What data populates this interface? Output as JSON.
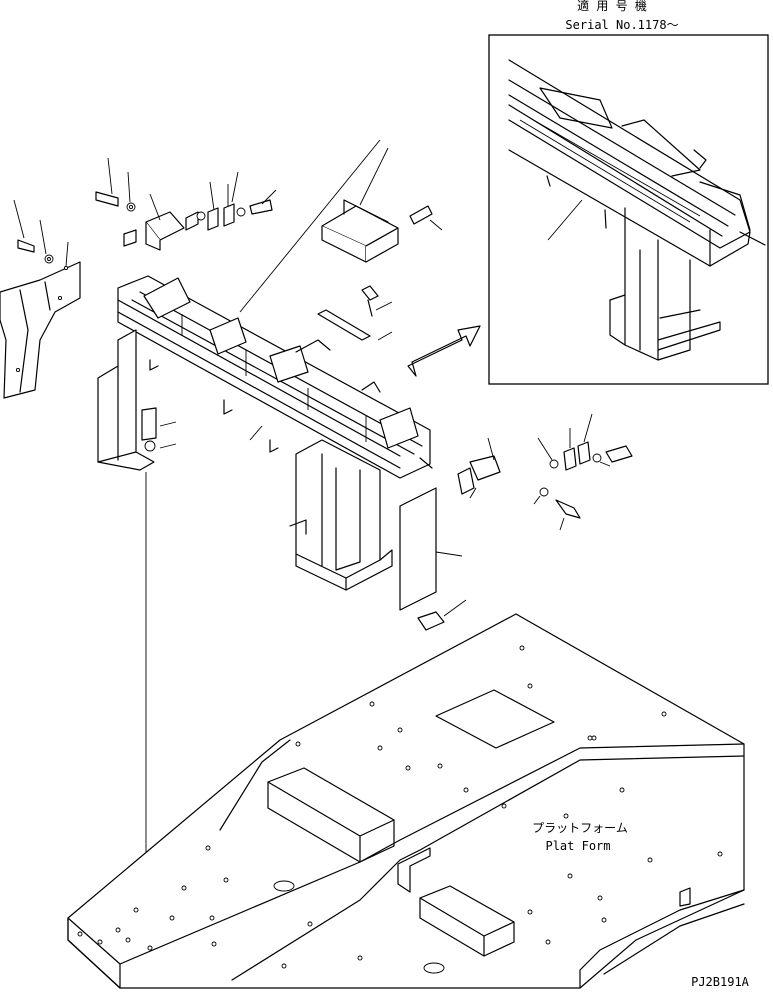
{
  "inset": {
    "heading_jp": "適 用 号 機",
    "heading_serial": "Serial No.1178～"
  },
  "platform": {
    "label_jp": "プラットフォーム",
    "label_en": "Plat Form"
  },
  "figure_code": "PJ2B191A"
}
